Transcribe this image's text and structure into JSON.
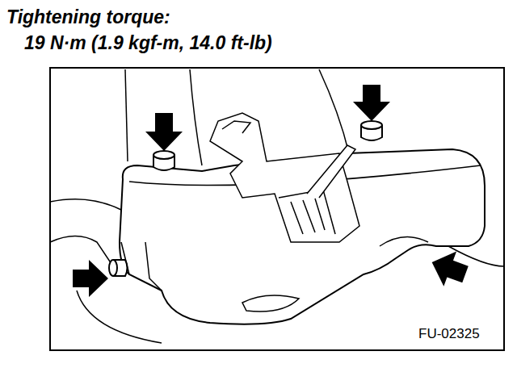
{
  "diagram": {
    "labels": [
      "Tightening torque:",
      "19 N·m (1.9 kgf-m, 14.0 ft-lb)",
      "FU-02325"
    ]
  }
}
